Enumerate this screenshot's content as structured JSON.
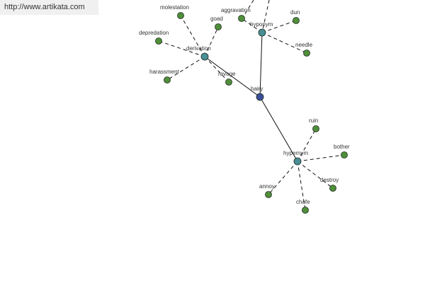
{
  "site": {
    "url_text": "http://www.artikata.com"
  },
  "graph": {
    "colors": {
      "root_node": "#3a4f9a",
      "relation_node": "#4a8e96",
      "leaf_node": "#4f8f3a",
      "node_stroke": "#1e2a1e",
      "edge": "#111111"
    },
    "root": "hairy",
    "relations": [
      {
        "id": "derivation",
        "label": "derivation"
      },
      {
        "id": "hyponym",
        "label": "hyponym"
      },
      {
        "id": "hypernym",
        "label": "hypernym"
      }
    ],
    "leaves": [
      {
        "id": "molestation",
        "label": "molestation",
        "relation": "derivation"
      },
      {
        "id": "depredation",
        "label": "depredation",
        "relation": "derivation"
      },
      {
        "id": "harassment",
        "label": "harassment",
        "relation": "derivation"
      },
      {
        "id": "ravage",
        "label": "ravage",
        "relation": "derivation"
      },
      {
        "id": "goad",
        "label": "goad",
        "relation": "derivation"
      },
      {
        "id": "aggravation",
        "label": "aggravation",
        "relation": "hyponym"
      },
      {
        "id": "dun",
        "label": "dun",
        "relation": "hyponym"
      },
      {
        "id": "needle",
        "label": "needle",
        "relation": "hyponym"
      },
      {
        "id": "ruin",
        "label": "ruin",
        "relation": "hypernym"
      },
      {
        "id": "bother",
        "label": "bother",
        "relation": "hypernym"
      },
      {
        "id": "destroy",
        "label": "destroy",
        "relation": "hypernym"
      },
      {
        "id": "chafe",
        "label": "chafe",
        "relation": "hypernym"
      },
      {
        "id": "annoy",
        "label": "annoy",
        "relation": "hypernym"
      }
    ]
  }
}
